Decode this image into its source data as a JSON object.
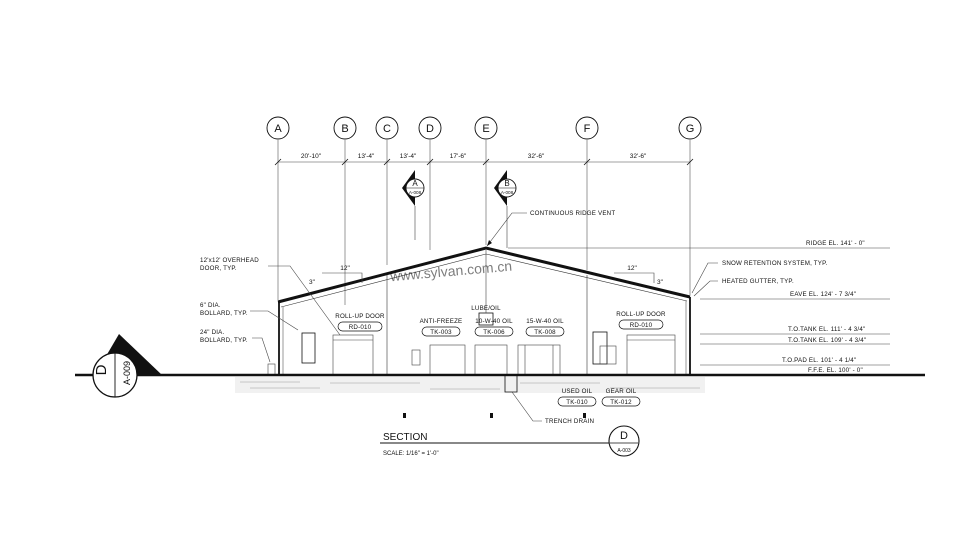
{
  "grid_lines": [
    "A",
    "B",
    "C",
    "D",
    "E",
    "F",
    "G"
  ],
  "dimensions": [
    "20'-10\"",
    "13'-4\"",
    "13'-4\"",
    "17'-6\"",
    "32'-6\"",
    "32'-6\""
  ],
  "section_markers": [
    {
      "letter": "A",
      "sheet": "A-008"
    },
    {
      "letter": "B",
      "sheet": "A-008"
    }
  ],
  "callouts": {
    "ridge_vent": "CONTINUOUS RIDGE VENT",
    "overhead_door": [
      "12'x12' OVERHEAD",
      "DOOR, TYP."
    ],
    "bollard_6": [
      "6\" DIA.",
      "BOLLARD, TYP."
    ],
    "bollard_24": [
      "24\" DIA.",
      "BOLLARD, TYP."
    ],
    "snow": "SNOW RETENTION SYSTEM, TYP.",
    "gutter": "HEATED GUTTER, TYP.",
    "trench": "TRENCH DRAIN"
  },
  "elevations": {
    "ridge": "RIDGE EL. 141' - 0\"",
    "eave": "EAVE EL. 124' - 7 3/4\"",
    "tank1": "T.O.TANK EL. 111' - 4 3/4\"",
    "tank2": "T.O.TANK EL. 109' - 4 3/4\"",
    "pad": "T.O.PAD EL. 101' - 4 1/4\"",
    "ffe": "F.F.E. EL. 100' - 0\""
  },
  "roof_slope": {
    "run_left": "12\"",
    "rise_left": "3\"",
    "run_right": "12\"",
    "rise_right": "3\""
  },
  "tags": {
    "rd_left": {
      "name": "ROLL-UP DOOR",
      "code": "RD-010"
    },
    "rd_right": {
      "name": "ROLL-UP DOOR",
      "code": "RD-010"
    },
    "tk3": {
      "name": "ANTI-FREEZE",
      "code": "TK-003"
    },
    "tk6": {
      "name": "10-W-40 OIL",
      "code": "TK-006"
    },
    "tk8": {
      "name": "15-W-40 OIL",
      "code": "TK-008"
    },
    "lube": "LUBE/OIL",
    "tk10": {
      "name": "USED OIL",
      "code": "TK-010"
    },
    "tk12": {
      "name": "GEAR OIL",
      "code": "TK-012"
    }
  },
  "section_title": {
    "title": "SECTION",
    "scale": "SCALE:  1/16\" = 1'-0\"",
    "letter": "D",
    "sheet": "A-003"
  },
  "side_marker": {
    "letter": "D",
    "sheet": "A-009"
  },
  "watermark": "www.sylvan.com.cn"
}
